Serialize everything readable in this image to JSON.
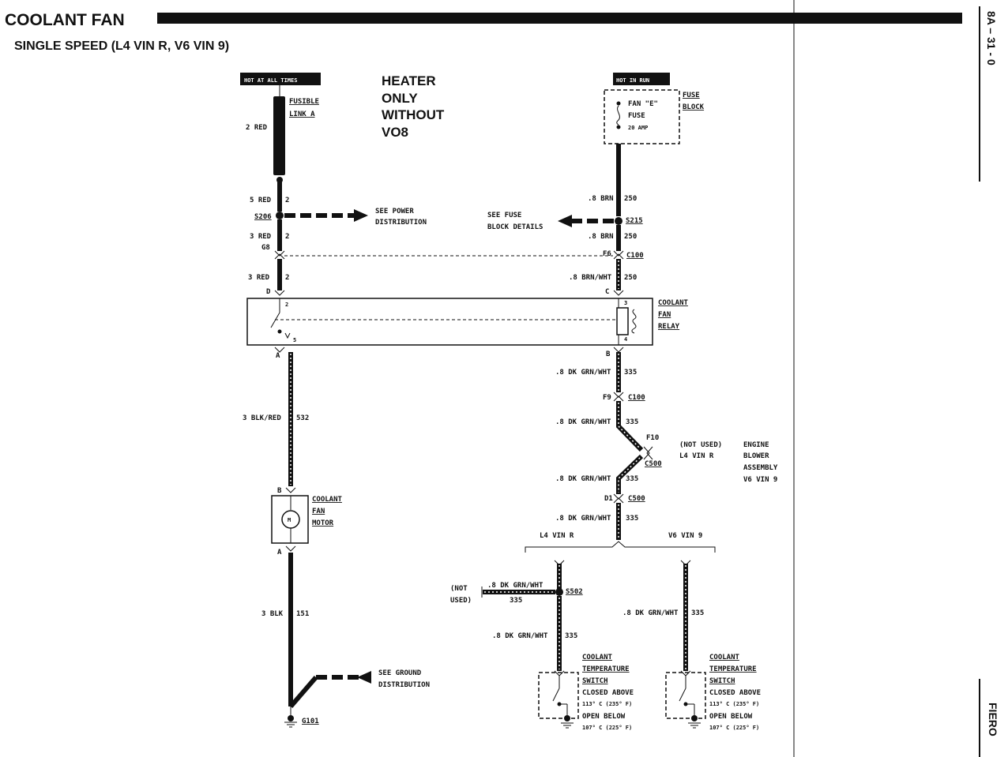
{
  "title": "COOLANT FAN",
  "subtitle": "SINGLE SPEED (L4 VIN R, V6 VIN 9)",
  "page_number": "8A – 31 - 0",
  "side_label": "FIERO",
  "note": [
    "HEATER",
    "ONLY",
    "WITHOUT",
    "VO8"
  ],
  "left_branch": {
    "power_tag": "HOT AT ALL TIMES",
    "fusible_link": [
      "FUSIBLE",
      "LINK A"
    ],
    "wire1": "2 RED",
    "wire2_color": "5 RED",
    "wire2_circuit": "2",
    "splice": "S206",
    "see_power": [
      "SEE POWER",
      "DISTRIBUTION"
    ],
    "wire3_color": "3 RED",
    "wire3_circuit": "2",
    "conn_pin": "G8",
    "wire4_color": "3 RED",
    "wire4_circuit": "2",
    "relay_pin": "D"
  },
  "right_branch": {
    "power_tag": "HOT IN RUN",
    "fuse": [
      "FAN \"E\"",
      "FUSE",
      "20 AMP"
    ],
    "fuse_block": [
      "FUSE",
      "BLOCK"
    ],
    "wire1_color": ".8 BRN",
    "wire1_circuit": "250",
    "splice": "S215",
    "see_fuse": [
      "SEE FUSE",
      "BLOCK DETAILS"
    ],
    "wire2_color": ".8 BRN",
    "wire2_circuit": "250",
    "conn_pin": "F6",
    "conn": "C100",
    "wire3_color": ".8 BRN/WHT",
    "wire3_circuit": "250",
    "relay_pin": "C"
  },
  "relay": {
    "label": [
      "COOLANT",
      "FAN",
      "RELAY"
    ],
    "pin2": "2",
    "pin3": "3",
    "pin4": "4",
    "pin5": "5",
    "pin_a": "A",
    "pin_b": "B"
  },
  "motor_branch": {
    "wire1_color": "3 BLK/RED",
    "wire1_circuit": "532",
    "motor_pin_b": "B",
    "motor_symbol": "M",
    "motor_label": [
      "COOLANT",
      "FAN",
      "MOTOR"
    ],
    "motor_pin_a": "A",
    "wire2_color": "3 BLK",
    "wire2_circuit": "151",
    "see_ground": [
      "SEE GROUND",
      "DISTRIBUTION"
    ],
    "ground": "G101"
  },
  "switch_branch": {
    "wire1_color": ".8 DK GRN/WHT",
    "wire1_circuit": "335",
    "conn1_pin": "F9",
    "conn1": "C100",
    "wire2_color": ".8 DK GRN/WHT",
    "wire2_circuit": "335",
    "conn2_pin": "F10",
    "conn2": "C500",
    "not_used": [
      "(NOT USED)",
      "L4 VIN R"
    ],
    "engine_blower": [
      "ENGINE",
      "BLOWER",
      "ASSEMBLY",
      "V6 VIN 9"
    ],
    "wire3_color": ".8 DK GRN/WHT",
    "wire3_circuit": "335",
    "conn3_pin": "D1",
    "conn3": "C500",
    "wire4_color": ".8 DK GRN/WHT",
    "wire4_circuit": "335",
    "l4_label": "L4 VIN R",
    "v6_label": "V6 VIN 9",
    "not_used_left": [
      "(NOT",
      "USED)"
    ],
    "splice": "S502",
    "splice_wire_color": ".8 DK GRN/WHT",
    "splice_wire_circuit": "335",
    "l4_wire_color": ".8 DK GRN/WHT",
    "l4_wire_circuit": "335",
    "v6_wire_color": ".8 DK GRN/WHT",
    "v6_wire_circuit": "335",
    "switch_label": [
      "COOLANT",
      "TEMPERATURE",
      "SWITCH",
      "CLOSED ABOVE",
      "113° C (235° F)",
      "OPEN BELOW",
      "107° C (225° F)"
    ]
  }
}
